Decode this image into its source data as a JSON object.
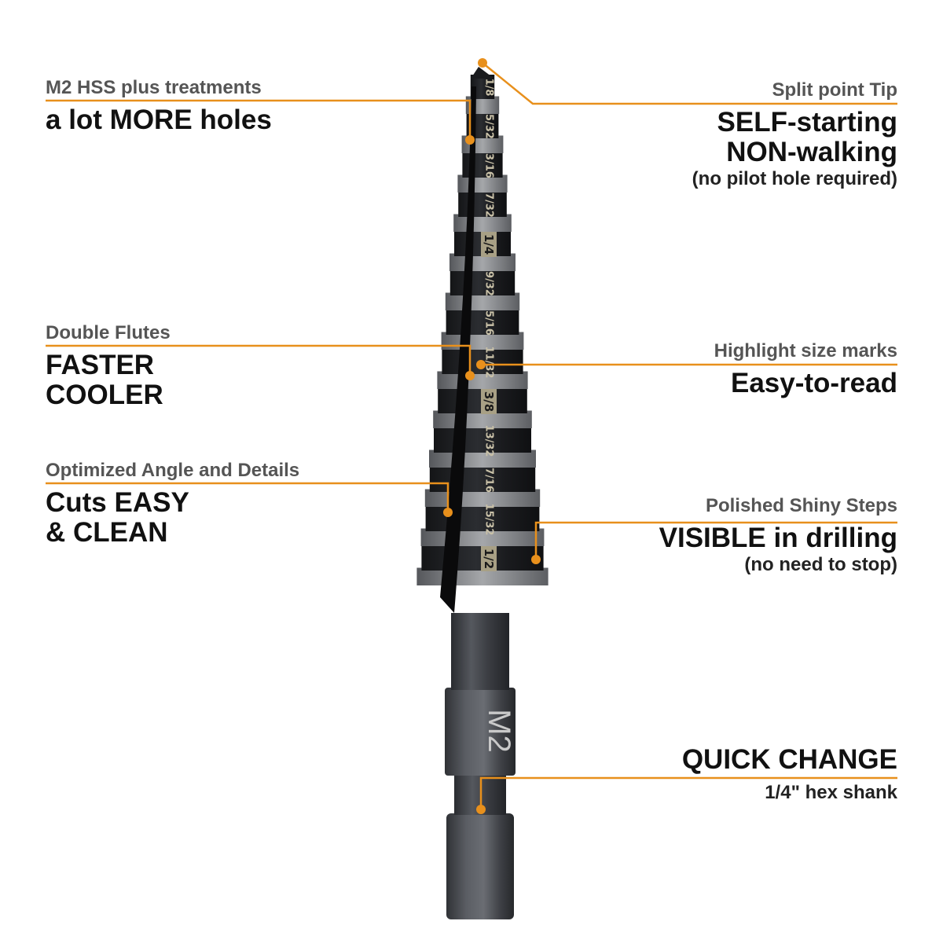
{
  "colors": {
    "accent": "#E8901C",
    "bit_dark": "#1d1f22",
    "shank": "#3d3f44",
    "step_shine": "#8a8c90",
    "mark_text": "#c9c1a8",
    "mark_highlight_bg": "#a8a085"
  },
  "callouts": {
    "material": {
      "title": "M2 HSS plus treatments",
      "lines": [
        "a lot MORE holes"
      ]
    },
    "flutes": {
      "title": "Double Flutes",
      "lines": [
        "FASTER",
        "COOLER"
      ]
    },
    "angle": {
      "title": "Optimized Angle and Details",
      "lines": [
        "Cuts EASY",
        "& CLEAN"
      ]
    },
    "tip": {
      "title": "Split point Tip",
      "lines": [
        "SELF-starting",
        "NON-walking"
      ],
      "note": "(no pilot hole required)"
    },
    "marks": {
      "title": "Highlight size marks",
      "lines": [
        "Easy-to-read"
      ]
    },
    "steps": {
      "title": "Polished Shiny Steps",
      "lines": [
        "VISIBLE in drilling"
      ],
      "note": "(no need to stop)"
    },
    "shank": {
      "lines": [
        "QUICK CHANGE"
      ],
      "note": "1/4\" hex shank"
    }
  },
  "bit": {
    "shank_marking": "M2",
    "size_marks": [
      "1/8",
      "5/32",
      "3/16",
      "7/32",
      "1/4",
      "9/32",
      "5/16",
      "11/32",
      "3/8",
      "13/32",
      "7/16",
      "15/32",
      "1/2"
    ],
    "highlighted_marks": [
      "1/4",
      "3/8",
      "1/2"
    ]
  }
}
